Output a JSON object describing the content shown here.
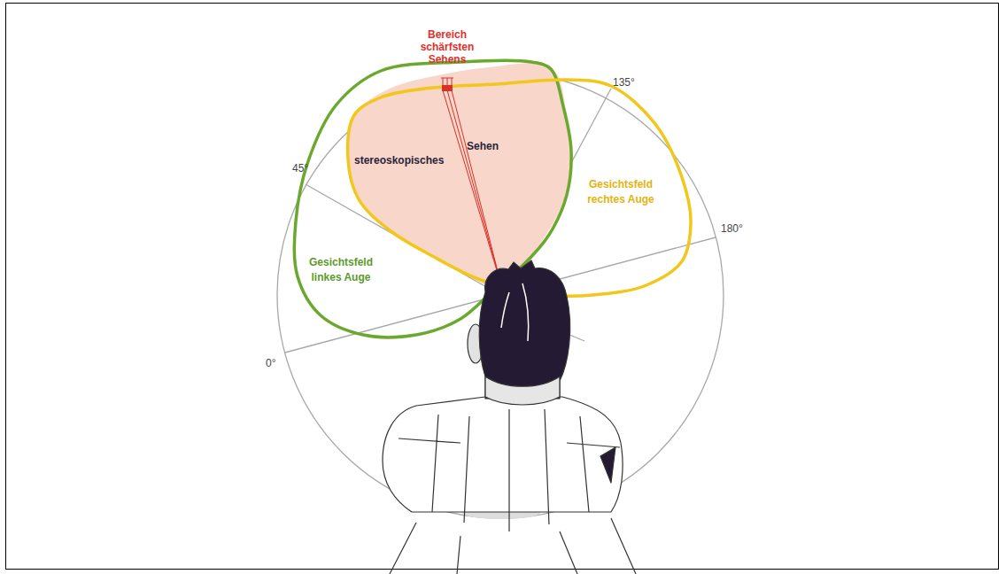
{
  "diagram": {
    "nodes": [
      {
        "text": [
          "stereoskopisches",
          "Sehen"
        ]
      },
      {
        "text": [
          "Gesichtsfeld linkes Auge"
        ]
      },
      {
        "text": [
          "Gesichtsfeld rechtes Auge"
        ]
      }
    ],
    "labels": [
      "Bereich schärfsten Sehens",
      "135°",
      "45°",
      "180°",
      "0°"
    ]
  }
}
